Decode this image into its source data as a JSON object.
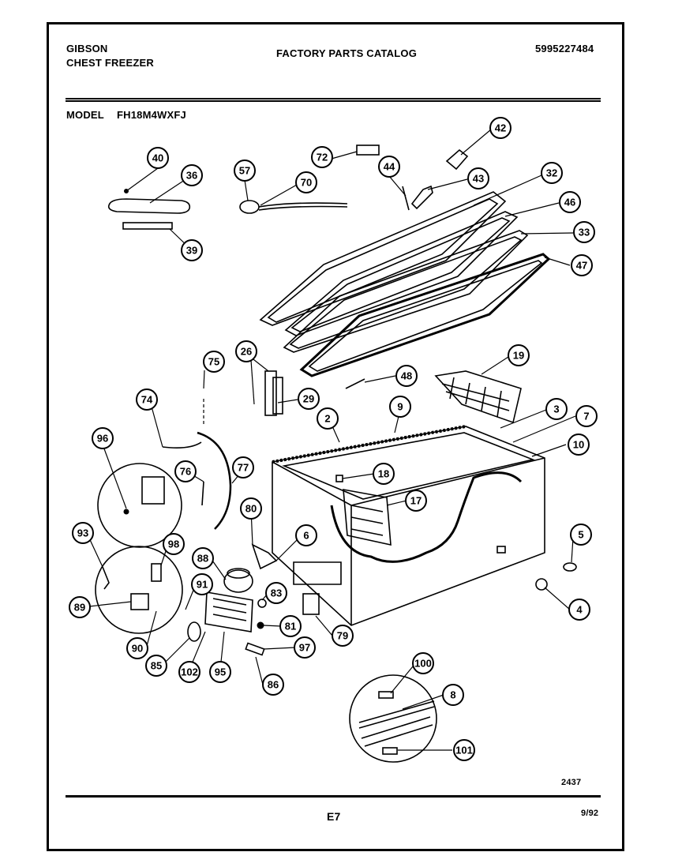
{
  "header": {
    "brand": "GIBSON",
    "product": "CHEST FREEZER",
    "catalog_title": "FACTORY PARTS CATALOG",
    "catalog_number": "5995227484",
    "model_label": "MODEL",
    "model_number": "FH18M4WXFJ"
  },
  "footer": {
    "diagram_code": "2437",
    "page_code": "E7",
    "date": "9/92"
  },
  "callouts": [
    "40",
    "36",
    "39",
    "57",
    "70",
    "72",
    "44",
    "42",
    "43",
    "32",
    "46",
    "33",
    "47",
    "75",
    "26",
    "29",
    "19",
    "48",
    "74",
    "2",
    "9",
    "3",
    "7",
    "10",
    "96",
    "76",
    "77",
    "18",
    "17",
    "80",
    "93",
    "98",
    "88",
    "6",
    "5",
    "91",
    "83",
    "89",
    "81",
    "79",
    "4",
    "90",
    "97",
    "85",
    "102",
    "95",
    "86",
    "100",
    "8",
    "101"
  ]
}
